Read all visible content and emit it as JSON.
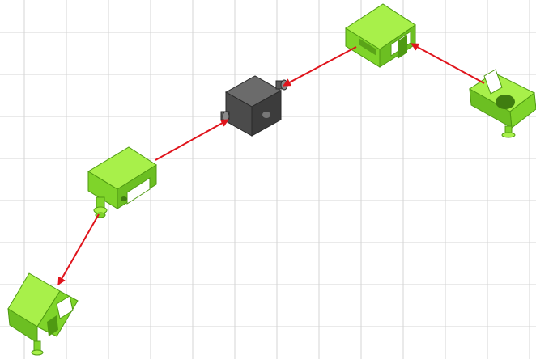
{
  "diagram": {
    "colors": {
      "background": "#ffffff",
      "grid": "#d4d4d4",
      "arrow": "#e0141c",
      "part_green_light": "#a8f04a",
      "part_green_mid": "#7fd42a",
      "part_green_dark": "#4f9a12",
      "hub_light": "#6b6b6b",
      "hub_mid": "#4b4b4b",
      "hub_dark": "#333333"
    },
    "components": [
      {
        "id": "top-right-clip",
        "kind": "green-clip"
      },
      {
        "id": "top-bracket",
        "kind": "green-bracket"
      },
      {
        "id": "center-hub",
        "kind": "grey-hub"
      },
      {
        "id": "middle-bracket",
        "kind": "green-bracket"
      },
      {
        "id": "bottom-left-clip",
        "kind": "green-clip"
      }
    ],
    "connections": [
      {
        "from": "top-right-clip",
        "to": "top-bracket"
      },
      {
        "from": "top-bracket",
        "to": "center-hub"
      },
      {
        "from": "middle-bracket",
        "to": "center-hub"
      },
      {
        "from": "middle-bracket",
        "to": "bottom-left-clip"
      }
    ]
  }
}
